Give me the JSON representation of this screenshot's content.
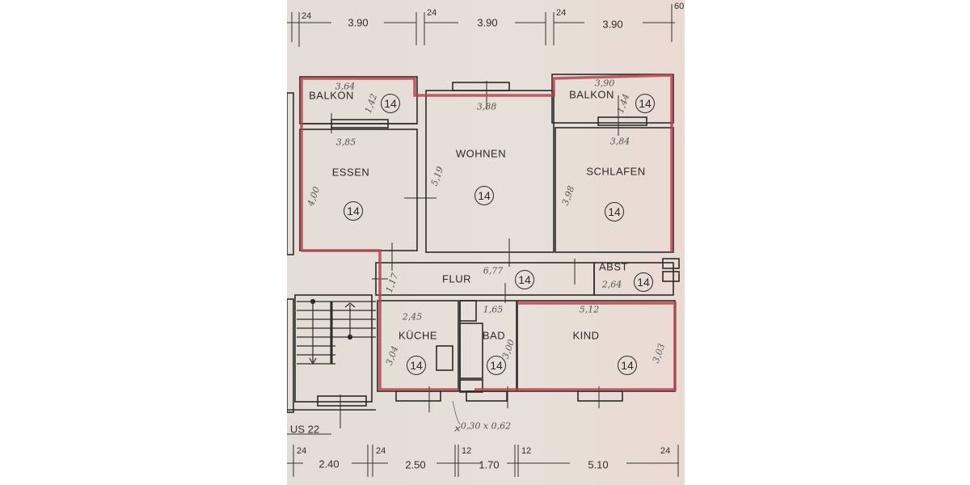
{
  "plan": {
    "colors": {
      "paper": "#e5dfd7",
      "wall": "#2a2a2a",
      "outline_red": "#b5454f"
    },
    "top_dimensions": [
      {
        "label": "24"
      },
      {
        "label": "3.90"
      },
      {
        "label": "24"
      },
      {
        "label": "3.90"
      },
      {
        "label": "24"
      },
      {
        "label": "3.90"
      },
      {
        "label": "60"
      }
    ],
    "bottom_dimensions": [
      {
        "label": "24"
      },
      {
        "label": "2.40"
      },
      {
        "label": "24"
      },
      {
        "label": "2.50"
      },
      {
        "label": "12"
      },
      {
        "label": "1.70"
      },
      {
        "label": "12"
      },
      {
        "label": "5.10"
      },
      {
        "label": "24"
      }
    ],
    "rooms": [
      {
        "name": "BALKON",
        "code": "14",
        "width": "3,64",
        "depth": "1,42"
      },
      {
        "name": "BALKON",
        "code": "14",
        "width": "3,90",
        "depth": "1,44"
      },
      {
        "name": "ESSEN",
        "code": "14",
        "width": "3,85",
        "depth": "4,00"
      },
      {
        "name": "WOHNEN",
        "code": "14",
        "width": "3,88",
        "depth": "5,19"
      },
      {
        "name": "SCHLAFEN",
        "code": "14",
        "width": "3,84",
        "depth": "3,98"
      },
      {
        "name": "FLUR",
        "code": "14",
        "width": "6,77",
        "depth": "1,17"
      },
      {
        "name": "ABST",
        "code": "14",
        "width": "2,64"
      },
      {
        "name": "KÜCHE",
        "code": "14",
        "width": "2,45",
        "depth": "3,04"
      },
      {
        "name": "BAD",
        "code": "14",
        "width": "1,65",
        "depth": "3,00"
      },
      {
        "name": "KIND",
        "code": "14",
        "width": "5,12",
        "depth": "3,03"
      }
    ],
    "stair_label": "US 22",
    "note": "0,30 x 0,62",
    "note_prefix": "✕"
  }
}
